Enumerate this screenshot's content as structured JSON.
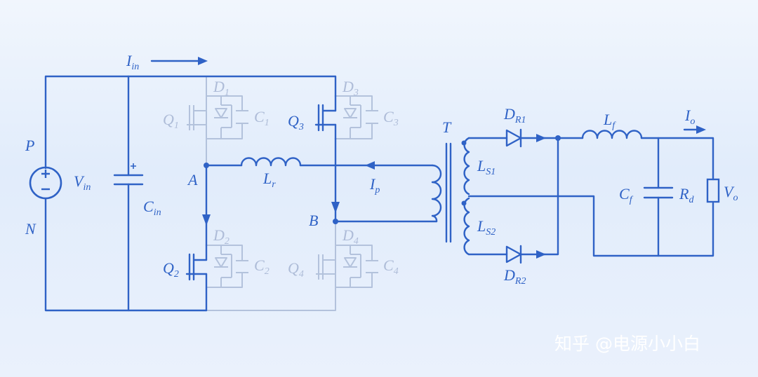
{
  "colors": {
    "active": "#2f62c6",
    "faded": "#aebcd8",
    "background": "#e6effb"
  },
  "labels": {
    "iin": "I",
    "iin_sub": "in",
    "p": "P",
    "n": "N",
    "vin": "V",
    "vin_sub": "in",
    "cin": "C",
    "cin_sub": "in",
    "cin_plus": "+",
    "q1": "Q",
    "q1_sub": "1",
    "d1": "D",
    "d1_sub": "1",
    "c1": "C",
    "c1_sub": "1",
    "q3": "Q",
    "q3_sub": "3",
    "d3": "D",
    "d3_sub": "3",
    "c3": "C",
    "c3_sub": "3",
    "q2": "Q",
    "q2_sub": "2",
    "d2": "D",
    "d2_sub": "2",
    "c2": "C",
    "c2_sub": "2",
    "q4": "Q",
    "q4_sub": "4",
    "d4": "D",
    "d4_sub": "4",
    "c4": "C",
    "c4_sub": "4",
    "a": "A",
    "b": "B",
    "lr": "L",
    "lr_sub": "r",
    "ip": "I",
    "ip_sub": "p",
    "t": "T",
    "ls1": "L",
    "ls1_sub": "S1",
    "ls2": "L",
    "ls2_sub": "S2",
    "dr1": "D",
    "dr1_sub": "R1",
    "dr2": "D",
    "dr2_sub": "R2",
    "lf": "L",
    "lf_sub": "f",
    "io": "I",
    "io_sub": "o",
    "cf": "C",
    "cf_sub": "f",
    "rd": "R",
    "rd_sub": "d",
    "vo": "V",
    "vo_sub": "o"
  },
  "watermark": "知乎 @电源小小白"
}
